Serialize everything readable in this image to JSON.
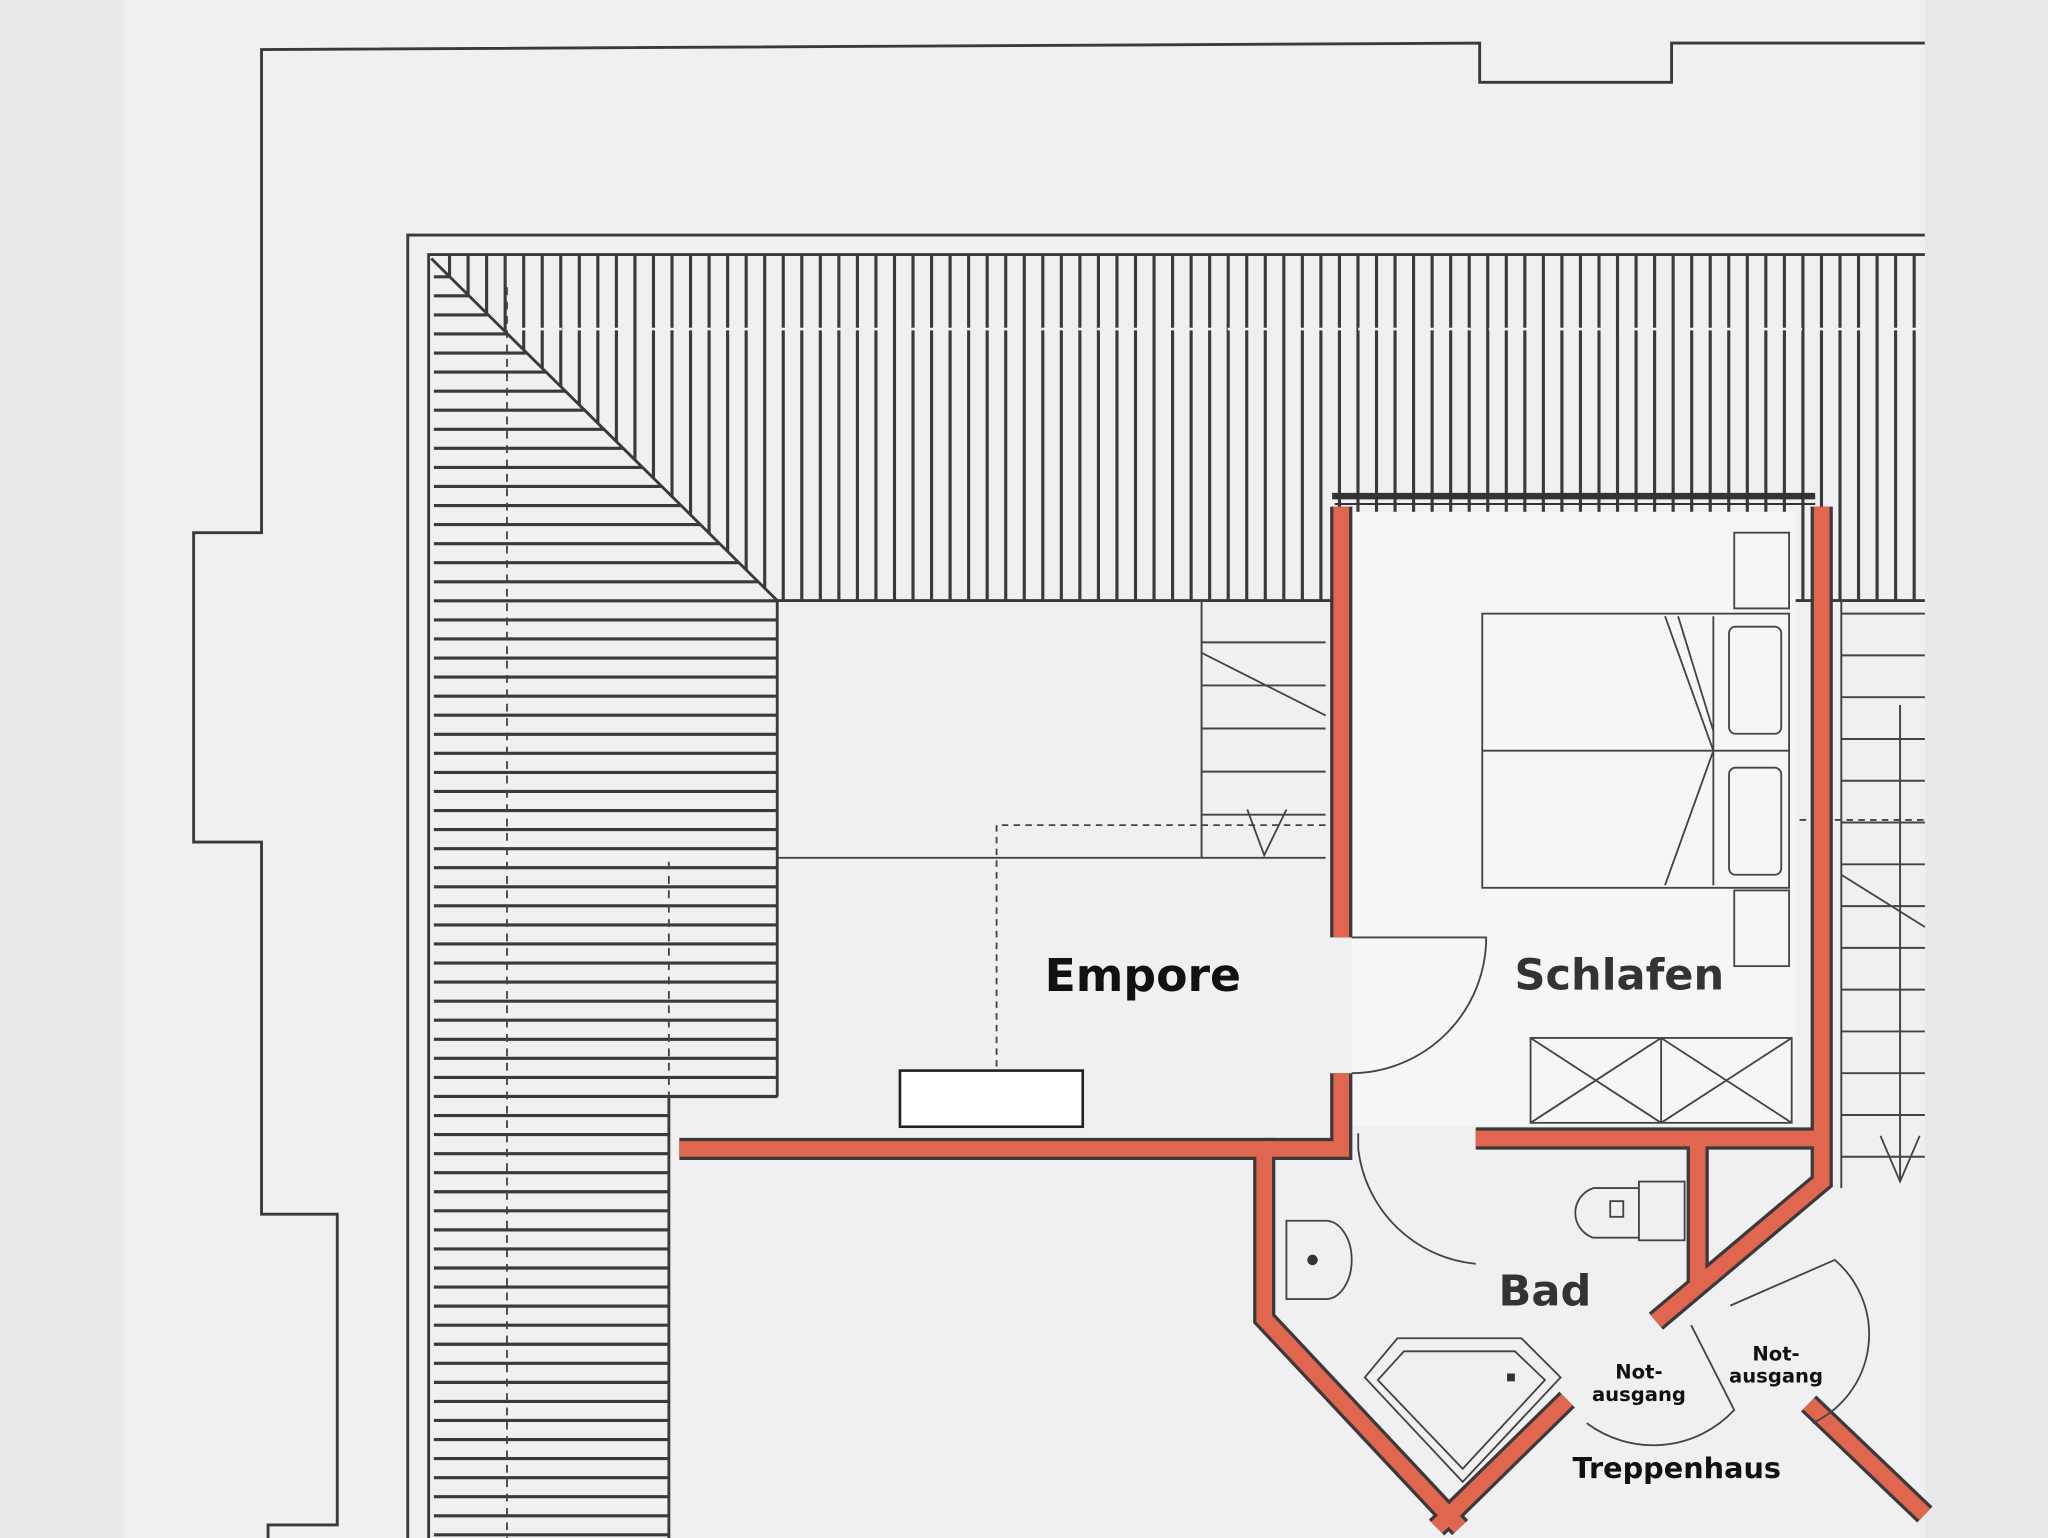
{
  "floorplan": {
    "rooms": {
      "empore": "Empore",
      "schlafen": "Schlafen",
      "bad": "Bad",
      "treppenhaus": "Treppenhaus"
    },
    "exits": [
      {
        "line1": "Not-",
        "line2": "ausgang"
      },
      {
        "line1": "Not-",
        "line2": "ausgang"
      }
    ]
  },
  "colors": {
    "wall": "#e0664f",
    "paper": "#f0f0f2",
    "line": "#3a3a3a"
  }
}
